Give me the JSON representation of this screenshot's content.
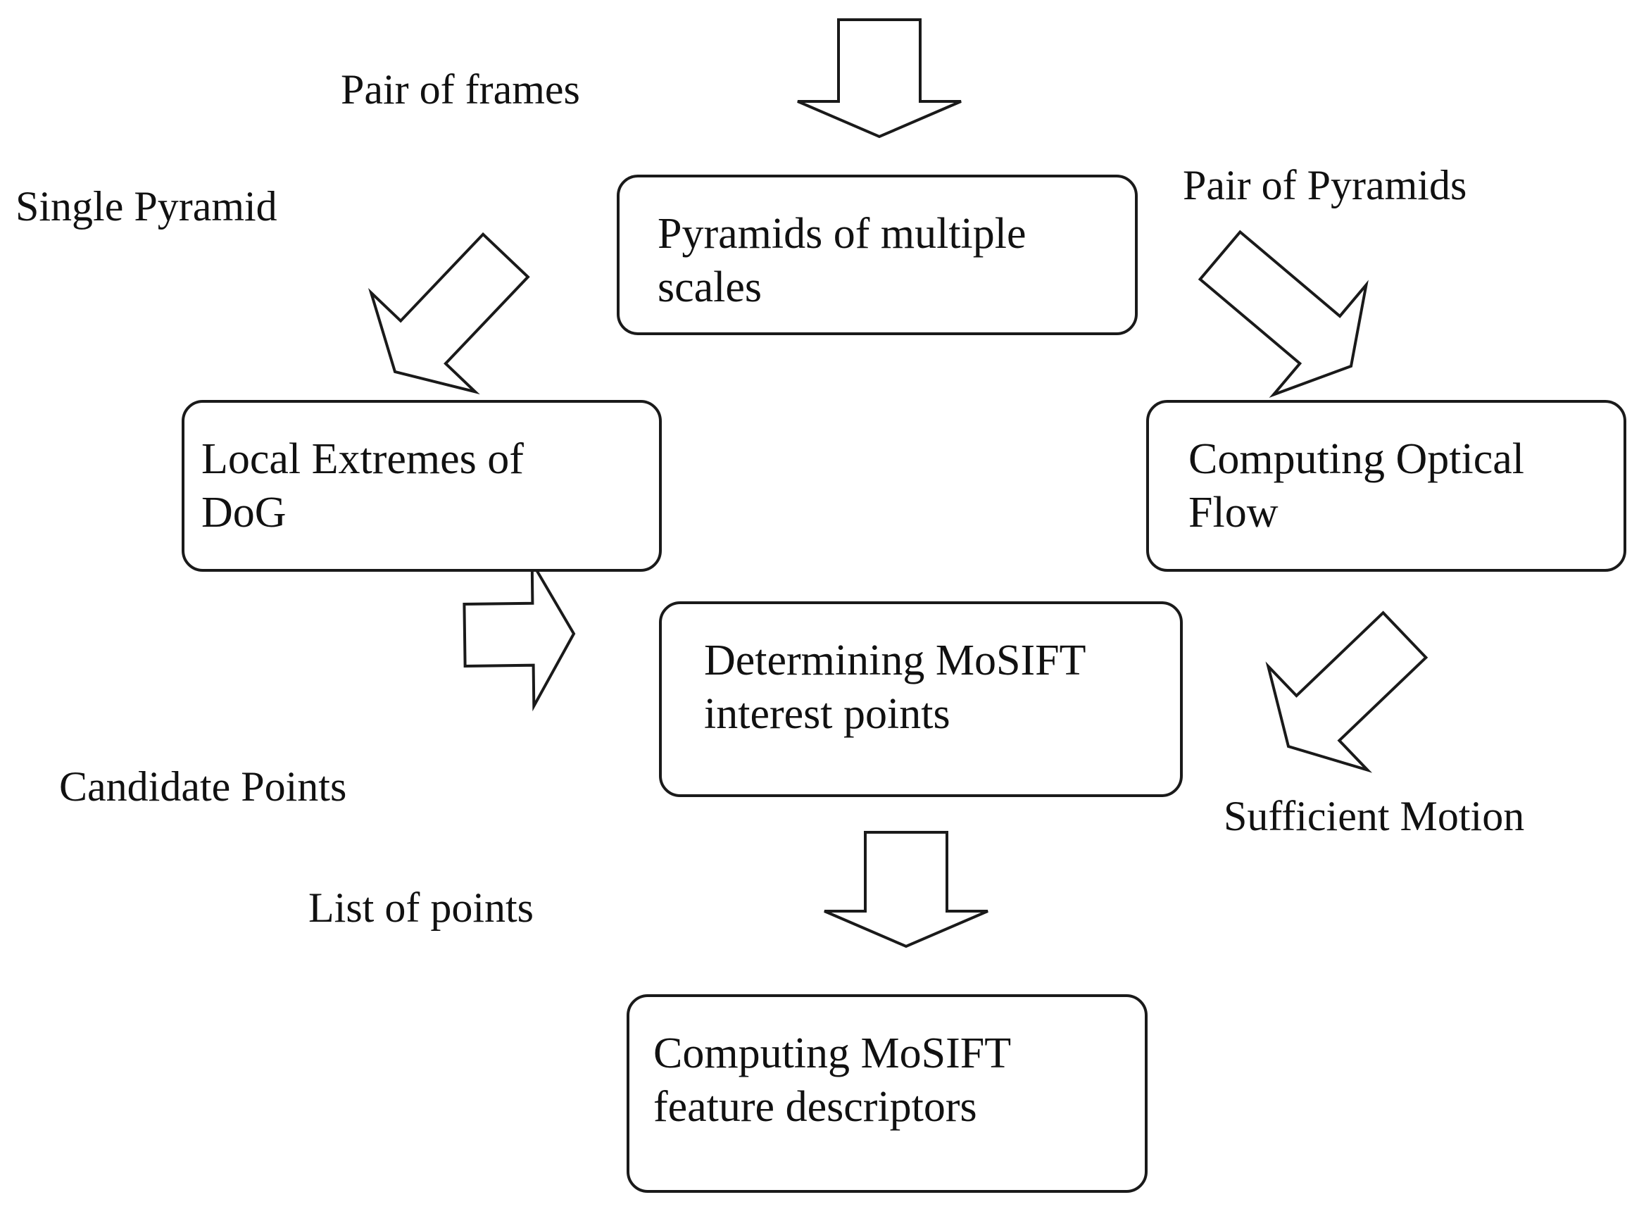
{
  "nodes": {
    "pyramids": {
      "line1": "Pyramids of multiple",
      "line2": "scales"
    },
    "local_extremes": {
      "line1": "Local Extremes of",
      "line2": "DoG"
    },
    "optical_flow": {
      "line1": "Computing Optical",
      "line2": "Flow"
    },
    "mosift_points": {
      "line1": "Determining MoSIFT",
      "line2": "interest points"
    },
    "descriptors": {
      "line1": "Computing MoSIFT",
      "line2": "feature descriptors"
    }
  },
  "edge_labels": {
    "input": "Pair of frames",
    "left_branch": "Single Pyramid",
    "right_branch": "Pair of Pyramids",
    "left_merge": "Candidate Points",
    "right_merge": "Sufficient Motion",
    "output": "List of points"
  },
  "arrow_style": "hollow block arrow"
}
